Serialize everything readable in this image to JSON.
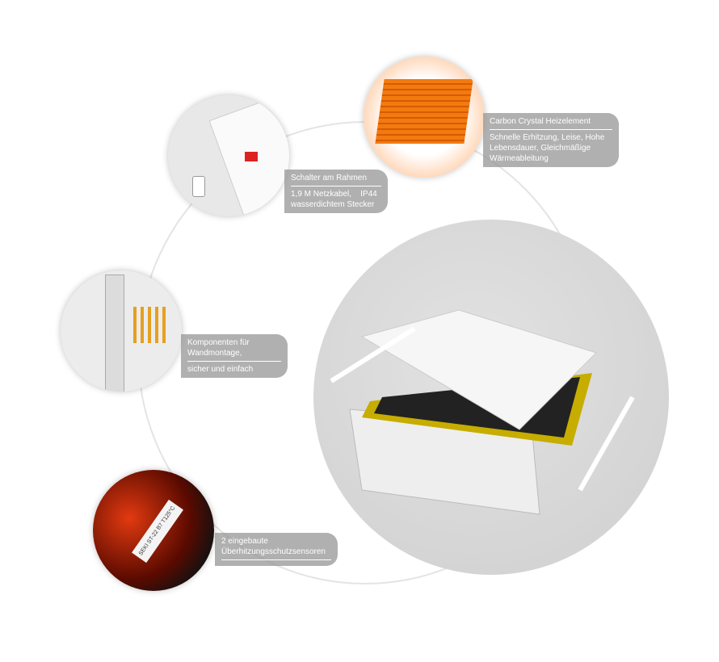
{
  "features": [
    {
      "title": "Carbon Crystal Heizelement",
      "lines": [
        "Schnelle Erhitzung, Leise, Hohe",
        "Lebensdauer, Gleichmäßige",
        "Wärmeableitung"
      ]
    },
    {
      "title": "Schalter am Rahmen",
      "lines": [
        "1,9 M Netzkabel,    IP44",
        "wasserdichtem Stecker"
      ]
    },
    {
      "title": "Komponenten für Wandmontage,",
      "lines": [
        "sicher und einfach"
      ]
    },
    {
      "title": "2 eingebaute Überhitzungsschutzsensoren",
      "lines": []
    }
  ],
  "sensor_label": "SEKI ST-22 B7 T125°C",
  "colors": {
    "heater": "#f07010",
    "panel_film": "#c8b000",
    "label_bg": "#9a9a9a"
  }
}
